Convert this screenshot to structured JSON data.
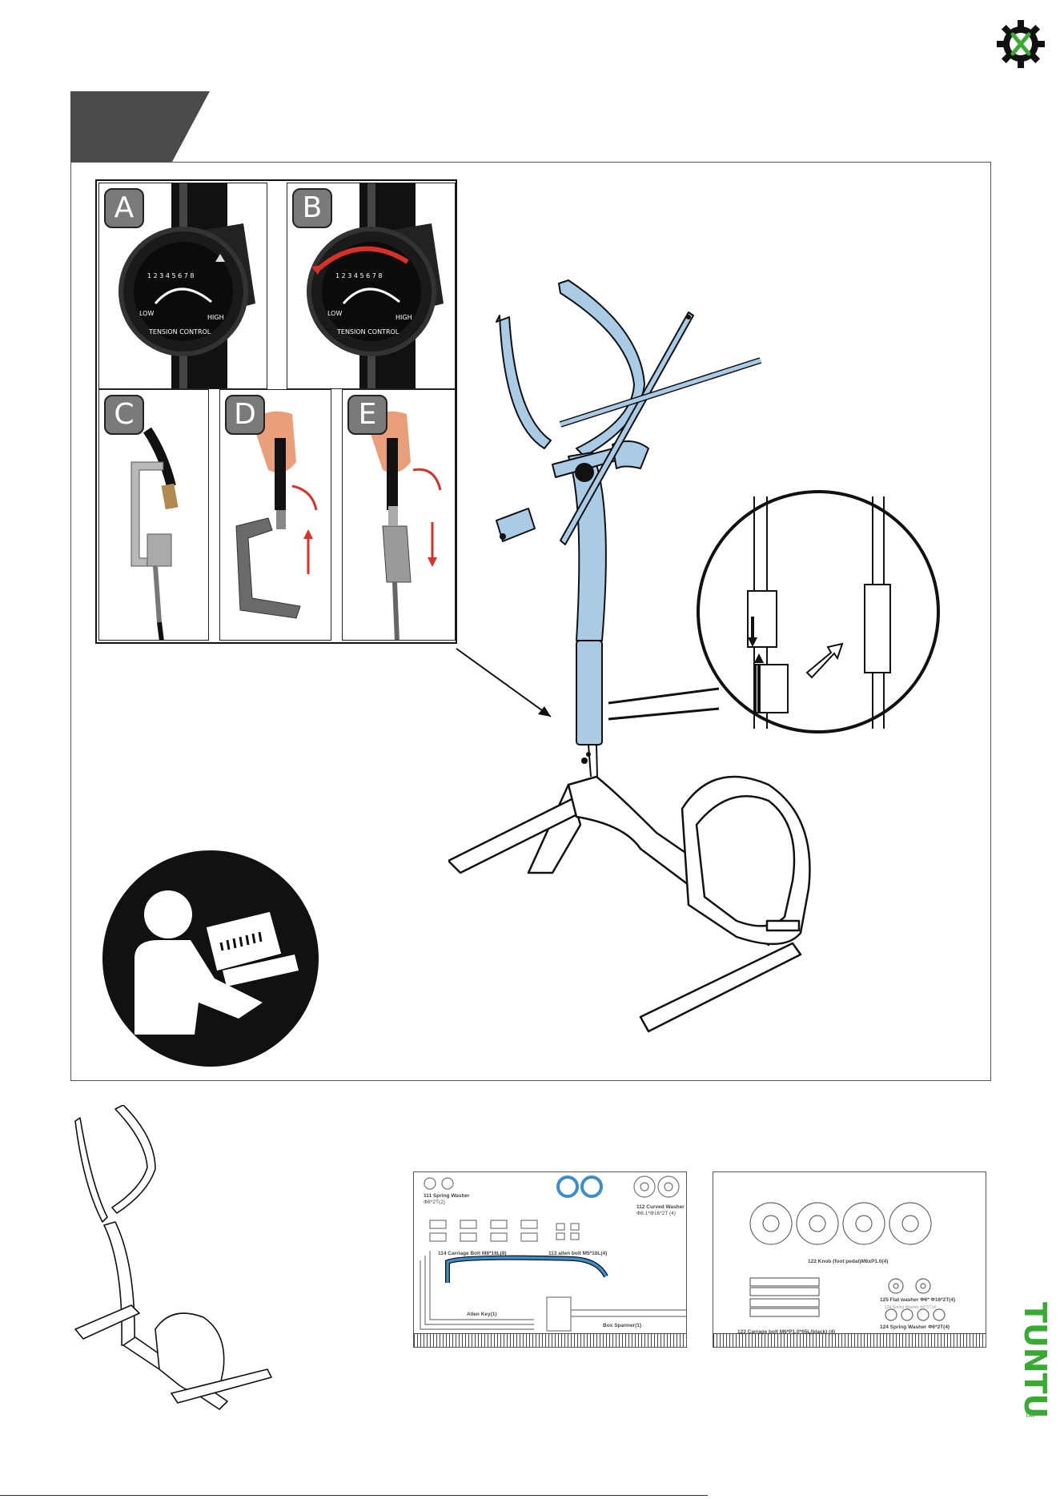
{
  "header": {
    "gear_icon": "service-gear-wrench-icon",
    "step_tab_text": ""
  },
  "panels": [
    {
      "id": "A",
      "label": "A"
    },
    {
      "id": "B",
      "label": "B"
    },
    {
      "id": "C",
      "label": "C"
    },
    {
      "id": "D",
      "label": "D"
    },
    {
      "id": "E",
      "label": "E"
    }
  ],
  "dial": {
    "numbers": "1  2  3 4 5 6 7 8",
    "low": "LOW",
    "high": "HIGH",
    "caption": "TENSION CONTROL"
  },
  "parts_left": {
    "spring_washer": "111 Spring Washer",
    "spring_washer_spec": "Φ8*2T(2)",
    "curved_washer": "112 Curved Washer",
    "curved_washer_spec": "Φ8.1*Φ16*2T (4)",
    "carriage_bolt": "114 Carriage Bolt  M8*16L(8)",
    "allen_bolt": "113 allen bolt  M5*10L(4)",
    "allen_key": "Allen Key(1)",
    "box_spanner": "Box Spanner(1)"
  },
  "parts_right": {
    "knob": "122 Knob (foot pedal)M6xP1.0(4)",
    "flat_washer": "125 Flat washer  Φ6* Φ16*2T(4)",
    "carrage_bolt": "123 Carrage bolt M6*P1.0*65L(black) (4)",
    "spring_washer": "124 Spring Washer  Φ6*2T(4)",
    "spring_washer_small": "124 Spring Washer  Φ6*2T(4)"
  },
  "brand": {
    "name": "TUNTURI",
    "registered": "®"
  },
  "icons": {
    "manual": "read-manual-icon",
    "zoom": "connector-detail-icon"
  },
  "colors": {
    "highlight": "#a9cbe6",
    "tab": "#4a4a4a",
    "brand_green": "#3aaa35",
    "arrow_red": "#d6322a"
  }
}
